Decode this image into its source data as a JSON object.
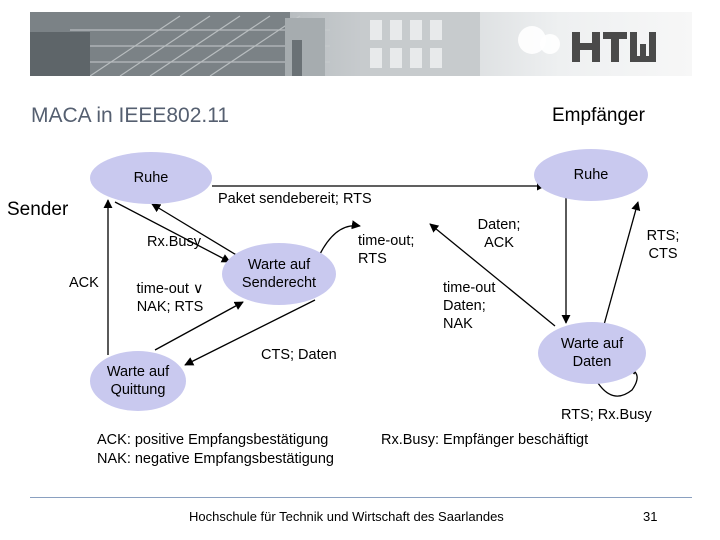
{
  "slide": {
    "title": "MACA in IEEE802.11",
    "role_sender": "Sender",
    "role_receiver": "Empfänger",
    "banner_logo": "HTW"
  },
  "states": {
    "sender_idle": "Ruhe",
    "receiver_idle": "Ruhe",
    "wait_send_right": "Warte auf Senderecht",
    "wait_ack": "Warte auf Quittung",
    "wait_data": "Warte auf Daten"
  },
  "transitions": {
    "packet_ready": "Paket sendebereit; RTS",
    "rx_busy": "Rx.Busy",
    "timeout_rts": "time-out; RTS",
    "ack": "ACK",
    "timeout_nak": "time-out ∨ NAK; RTS",
    "cts_data": "CTS; Daten",
    "data_ack": "Daten; ACK",
    "rts_cts": "RTS; CTS",
    "timeout_data_nak": "time-out Daten; NAK",
    "rts_rxbusy": "RTS; Rx.Busy"
  },
  "legend": {
    "ack": "ACK: positive Empfangsbestätigung",
    "nak": "NAK: negative Empfangsbestätigung",
    "rxbusy": "Rx.Busy: Empfänger beschäftigt"
  },
  "footer": {
    "institution": "Hochschule für Technik und Wirtschaft des Saarlandes",
    "page_number": "31"
  },
  "colors": {
    "state_fill": "#c9c9ef",
    "title": "#555f70",
    "rule": "#8aa0c0",
    "logo": "#4a4a4a"
  }
}
